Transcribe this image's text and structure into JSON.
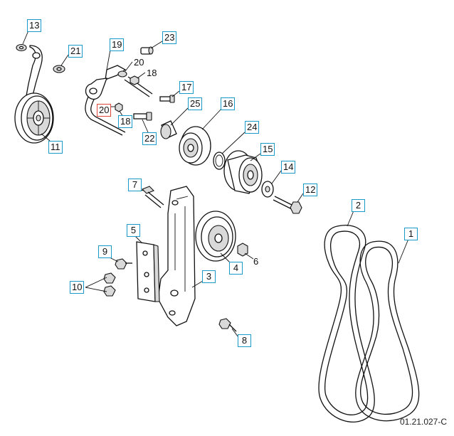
{
  "diagram": {
    "doc_ref": "01.21.027-C",
    "callouts": {
      "c1": "1",
      "c2": "2",
      "c3": "3",
      "c4": "4",
      "c5": "5",
      "c6": "6",
      "c7": "7",
      "c8": "8",
      "c9": "9",
      "c10": "10",
      "c11": "11",
      "c12": "12",
      "c13": "13",
      "c14": "14",
      "c15": "15",
      "c16": "16",
      "c17": "17",
      "c18a": "18",
      "c18b": "18",
      "c19": "19",
      "c20a": "20",
      "c20b": "20",
      "c21": "21",
      "c22": "22",
      "c23": "23",
      "c24": "24",
      "c25": "25"
    },
    "colors": {
      "callout_border": "#1a9ac9",
      "highlight_border": "#e0473a",
      "line": "#111111"
    }
  }
}
